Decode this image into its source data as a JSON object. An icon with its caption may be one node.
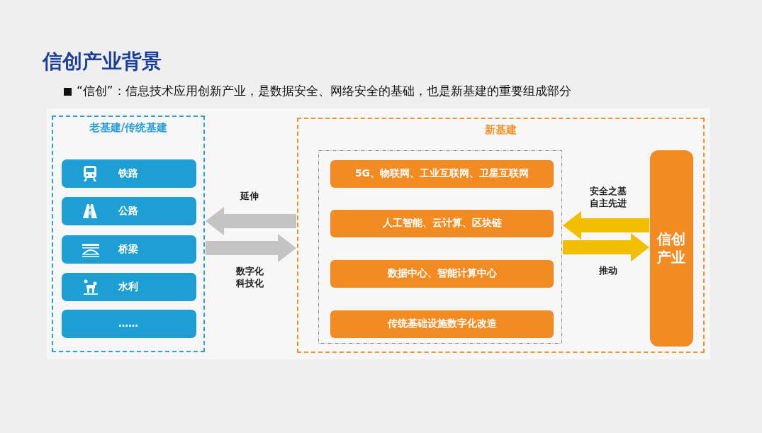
{
  "diagram": {
    "title": "信创产业背景",
    "nodes": [
      {
        "text": [
          "老基建/传统基建"
        ]
      },
      {
        "text": [
          "铁路"
        ],
        "in": 0
      },
      {
        "text": [
          "公路"
        ],
        "in": 0
      },
      {
        "text": [
          "桥梁"
        ],
        "in": 0
      },
      {
        "text": [
          "水利"
        ],
        "in": 0
      },
      {
        "text": [
          "……"
        ],
        "in": 0
      },
      {
        "text": [
          "新基建"
        ]
      },
      {
        "text": [],
        "shape": "box",
        "in": 6
      },
      {
        "text": [
          "5G、物联网、工业互联网、卫星互联网"
        ],
        "in": 7
      },
      {
        "text": [
          "人工智能、云计算、区块链"
        ],
        "in": 7
      },
      {
        "text": [
          "数据中心、智能计算中心"
        ],
        "in": 7
      },
      {
        "text": [
          "传统基础设施数字化改造"
        ],
        "in": 7
      },
      {
        "text": [
          "信创产业"
        ],
        "in": 6
      }
    ],
    "edges": [
      {
        "from": 6,
        "to": 0,
        "arrow": "to",
        "label": "延伸"
      },
      {
        "from": 0,
        "to": 6,
        "arrow": "to",
        "label": "数字化科技化"
      },
      {
        "from": 12,
        "to": 7,
        "arrow": "to",
        "label": "安全之基自主先进",
        "color": "#f2be00"
      },
      {
        "from": 7,
        "to": 12,
        "arrow": "to",
        "label": "推动",
        "color": "#f2be00"
      }
    ],
    "labels": [
      "“信创”：信息技术应用创新产业，是数据安全、网络安全的基础，也是新基建的重要组成部分"
    ]
  }
}
